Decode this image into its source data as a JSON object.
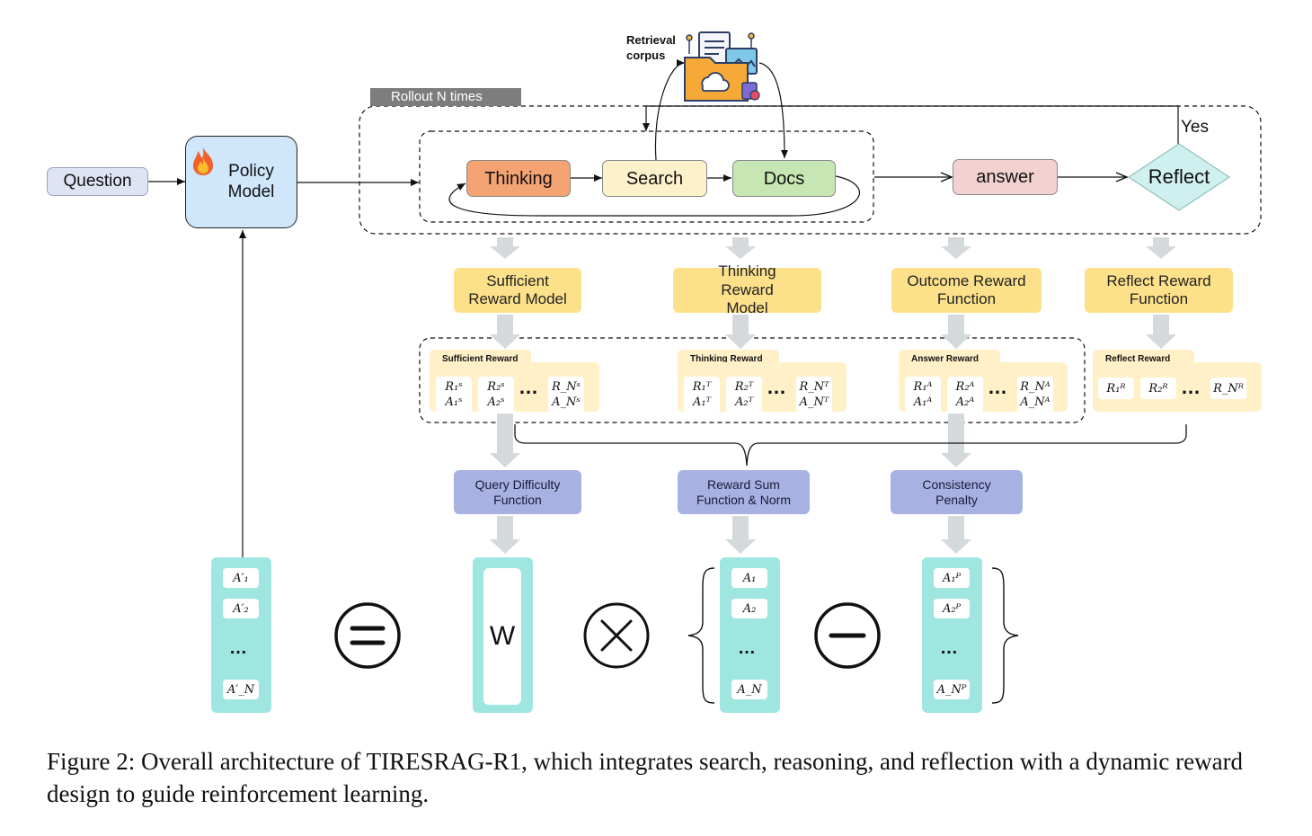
{
  "question": "Question",
  "policy_model": "Policy Model",
  "rollout_label": "Rollout N times",
  "retrieval_corpus": "Retrieval corpus",
  "loop": {
    "thinking": "Thinking",
    "search": "Search",
    "docs": "Docs"
  },
  "answer": "answer",
  "reflect": "Reflect",
  "yes": "Yes",
  "reward_models": {
    "sufficient": "Sufficient Reward Model",
    "thinking": "Thinking Reward Model",
    "outcome": "Outcome Reward Function",
    "reflect": "Reflect Reward Function"
  },
  "reward_panels": {
    "sufficient": {
      "title": "Sufficient Reward",
      "chips": [
        [
          "R₁ˢ",
          "A₁ˢ"
        ],
        [
          "R₂ˢ",
          "A₂ˢ"
        ],
        [
          "R_Nˢ",
          "A_Nˢ"
        ]
      ]
    },
    "thinking": {
      "title": "Thinking Reward",
      "chips": [
        [
          "R₁ᵀ",
          "A₁ᵀ"
        ],
        [
          "R₂ᵀ",
          "A₂ᵀ"
        ],
        [
          "R_Nᵀ",
          "A_Nᵀ"
        ]
      ]
    },
    "answer": {
      "title": "Answer Reward",
      "chips": [
        [
          "R₁ᴬ",
          "A₁ᴬ"
        ],
        [
          "R₂ᴬ",
          "A₂ᴬ"
        ],
        [
          "R_Nᴬ",
          "A_Nᴬ"
        ]
      ]
    },
    "reflect": {
      "title": "Reflect Reward",
      "chips": [
        "R₁ᴿ",
        "R₂ᴿ",
        "R_Nᴿ"
      ]
    }
  },
  "ellipsis": "…",
  "functions": {
    "query_difficulty": "Query Difficulty Function",
    "reward_sum": "Reward Sum Function & Norm",
    "consistency": "Consistency Penalty"
  },
  "final": {
    "lhs": [
      "A′₁",
      "A′₂",
      "…",
      "A′_N"
    ],
    "w": "W",
    "adv": [
      "A₁",
      "A₂",
      "…",
      "A_N"
    ],
    "penalty": [
      "A₁ᴾ",
      "A₂ᴾ",
      "…",
      "A_Nᴾ"
    ]
  },
  "colors": {
    "thinking": "#f4a372",
    "search": "#fdf1cc",
    "docs": "#c6e6b4",
    "answer": "#f3d1d1",
    "reflect": "#cff0ee",
    "policy": "#cfe6fb",
    "question": "#dfe4f5",
    "yellow": "#fde18a",
    "purple": "#a7b2e2",
    "teal": "#9ee6df"
  },
  "caption": "Figure 2: Overall architecture of TIRESRAG-R1, which integrates search, reasoning, and reflection with a dynamic reward design to guide reinforcement learning."
}
